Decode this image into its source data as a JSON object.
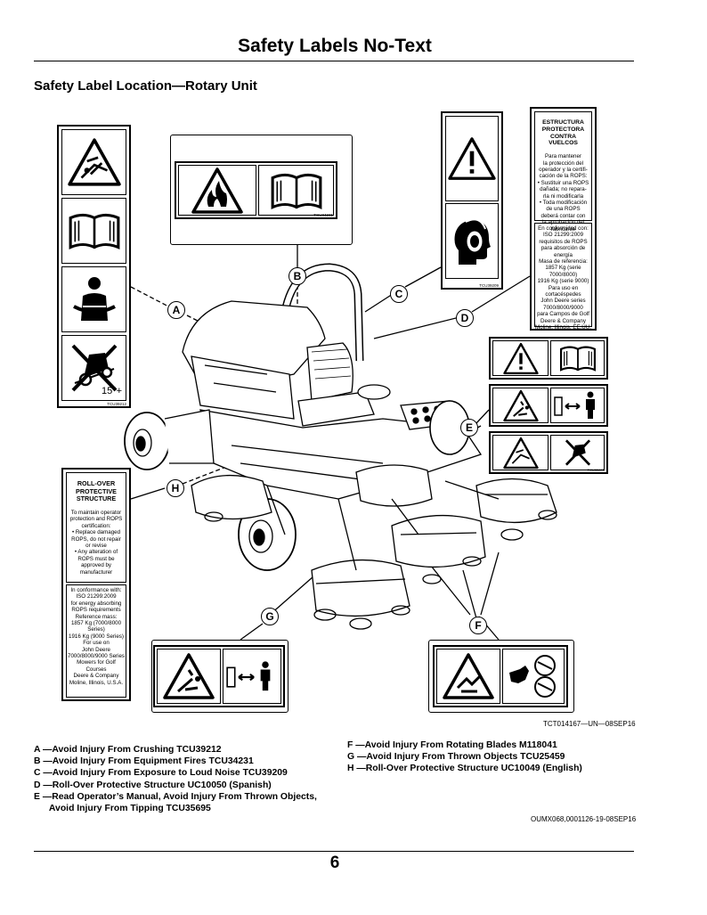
{
  "page": {
    "title": "Safety Labels No-Text",
    "subtitle": "Safety Label Location—Rotary Unit",
    "figure_ref": "TCT014167—UN—08SEP16",
    "doc_ref": "OUMX068,0001126-19-08SEP16",
    "page_number": "6"
  },
  "callouts": [
    "A",
    "B",
    "C",
    "D",
    "E",
    "F",
    "G",
    "H"
  ],
  "label_codes": {
    "a": "TCU39212",
    "b": "TCU34231",
    "c": "TCU39209",
    "e": "TCU35695",
    "tilt": "15°+"
  },
  "rops_spanish": {
    "heading": "ESTRUCTURA\nPROTECTORA\nCONTRA VUELCOS",
    "body1": "Para mantener\nla protección del\noperador y la certifi-\ncación de la ROPS:\n• Sustituir una ROPS\ndañada; no repara-\nrla ni modificarla\n• Toda modificación\nde una ROPS\ndeberá contar con\nla aprobación del\nfabricante",
    "body2": "En conformidad con:\nISO 21299:2009\nrequisitos de ROPS\npara absorción de energía\nMasa de referencia:\n1857 Kg (serie 7000/8000)\n1916 Kg (serie 9000)\nPara uso en\ncortacéspedes\nJohn Deere series\n7000/8000/9000\npara Campos de Golf\nDeere & Company\nMoline, Illinois, EE.UU."
  },
  "rops_english": {
    "heading": "ROLL-OVER\nPROTECTIVE\nSTRUCTURE",
    "body1": "To maintain operator\nprotection and ROPS\ncertification:\n• Replace damaged\nROPS, do not repair\nor revise\n• Any alteration of\nROPS must be\napproved by\nmanufacturer",
    "body2": "In conformance with:\nISO 21299:2009\nfor energy absorbing\nROPS requirements\nReference mass:\n1857 Kg (7000/8000 Series)\n1916 Kg (9000 Series)\nFor use on\nJohn Deere\n7000/8000/9000 Series\nMowers for Golf Courses\nDeere & Company\nMoline, Illinois, U.S.A."
  },
  "legend_left": [
    "A —Avoid Injury From Crushing TCU39212",
    "B —Avoid Injury From Equipment Fires TCU34231",
    "C —Avoid Injury From Exposure to Loud Noise TCU39209",
    "D —Roll-Over Protective Structure UC10050 (Spanish)",
    "E —Read Operator’s Manual, Avoid Injury From Thrown Objects,",
    "      Avoid Injury From Tipping TCU35695"
  ],
  "legend_right": [
    "F —Avoid Injury From Rotating Blades M118041",
    "G —Avoid Injury From Thrown Objects TCU25459",
    "H —Roll-Over Protective Structure UC10049 (English)"
  ],
  "icons": [
    "crush-warning-icon",
    "manual-book-icon",
    "seatbelt-operator-icon",
    "tipping-prohibited-icon",
    "fire-warning-icon",
    "general-alert-icon",
    "hearing-protection-icon",
    "thrown-object-icon",
    "keep-distance-icon",
    "rotating-blade-icon",
    "mower-machine-illustration"
  ]
}
